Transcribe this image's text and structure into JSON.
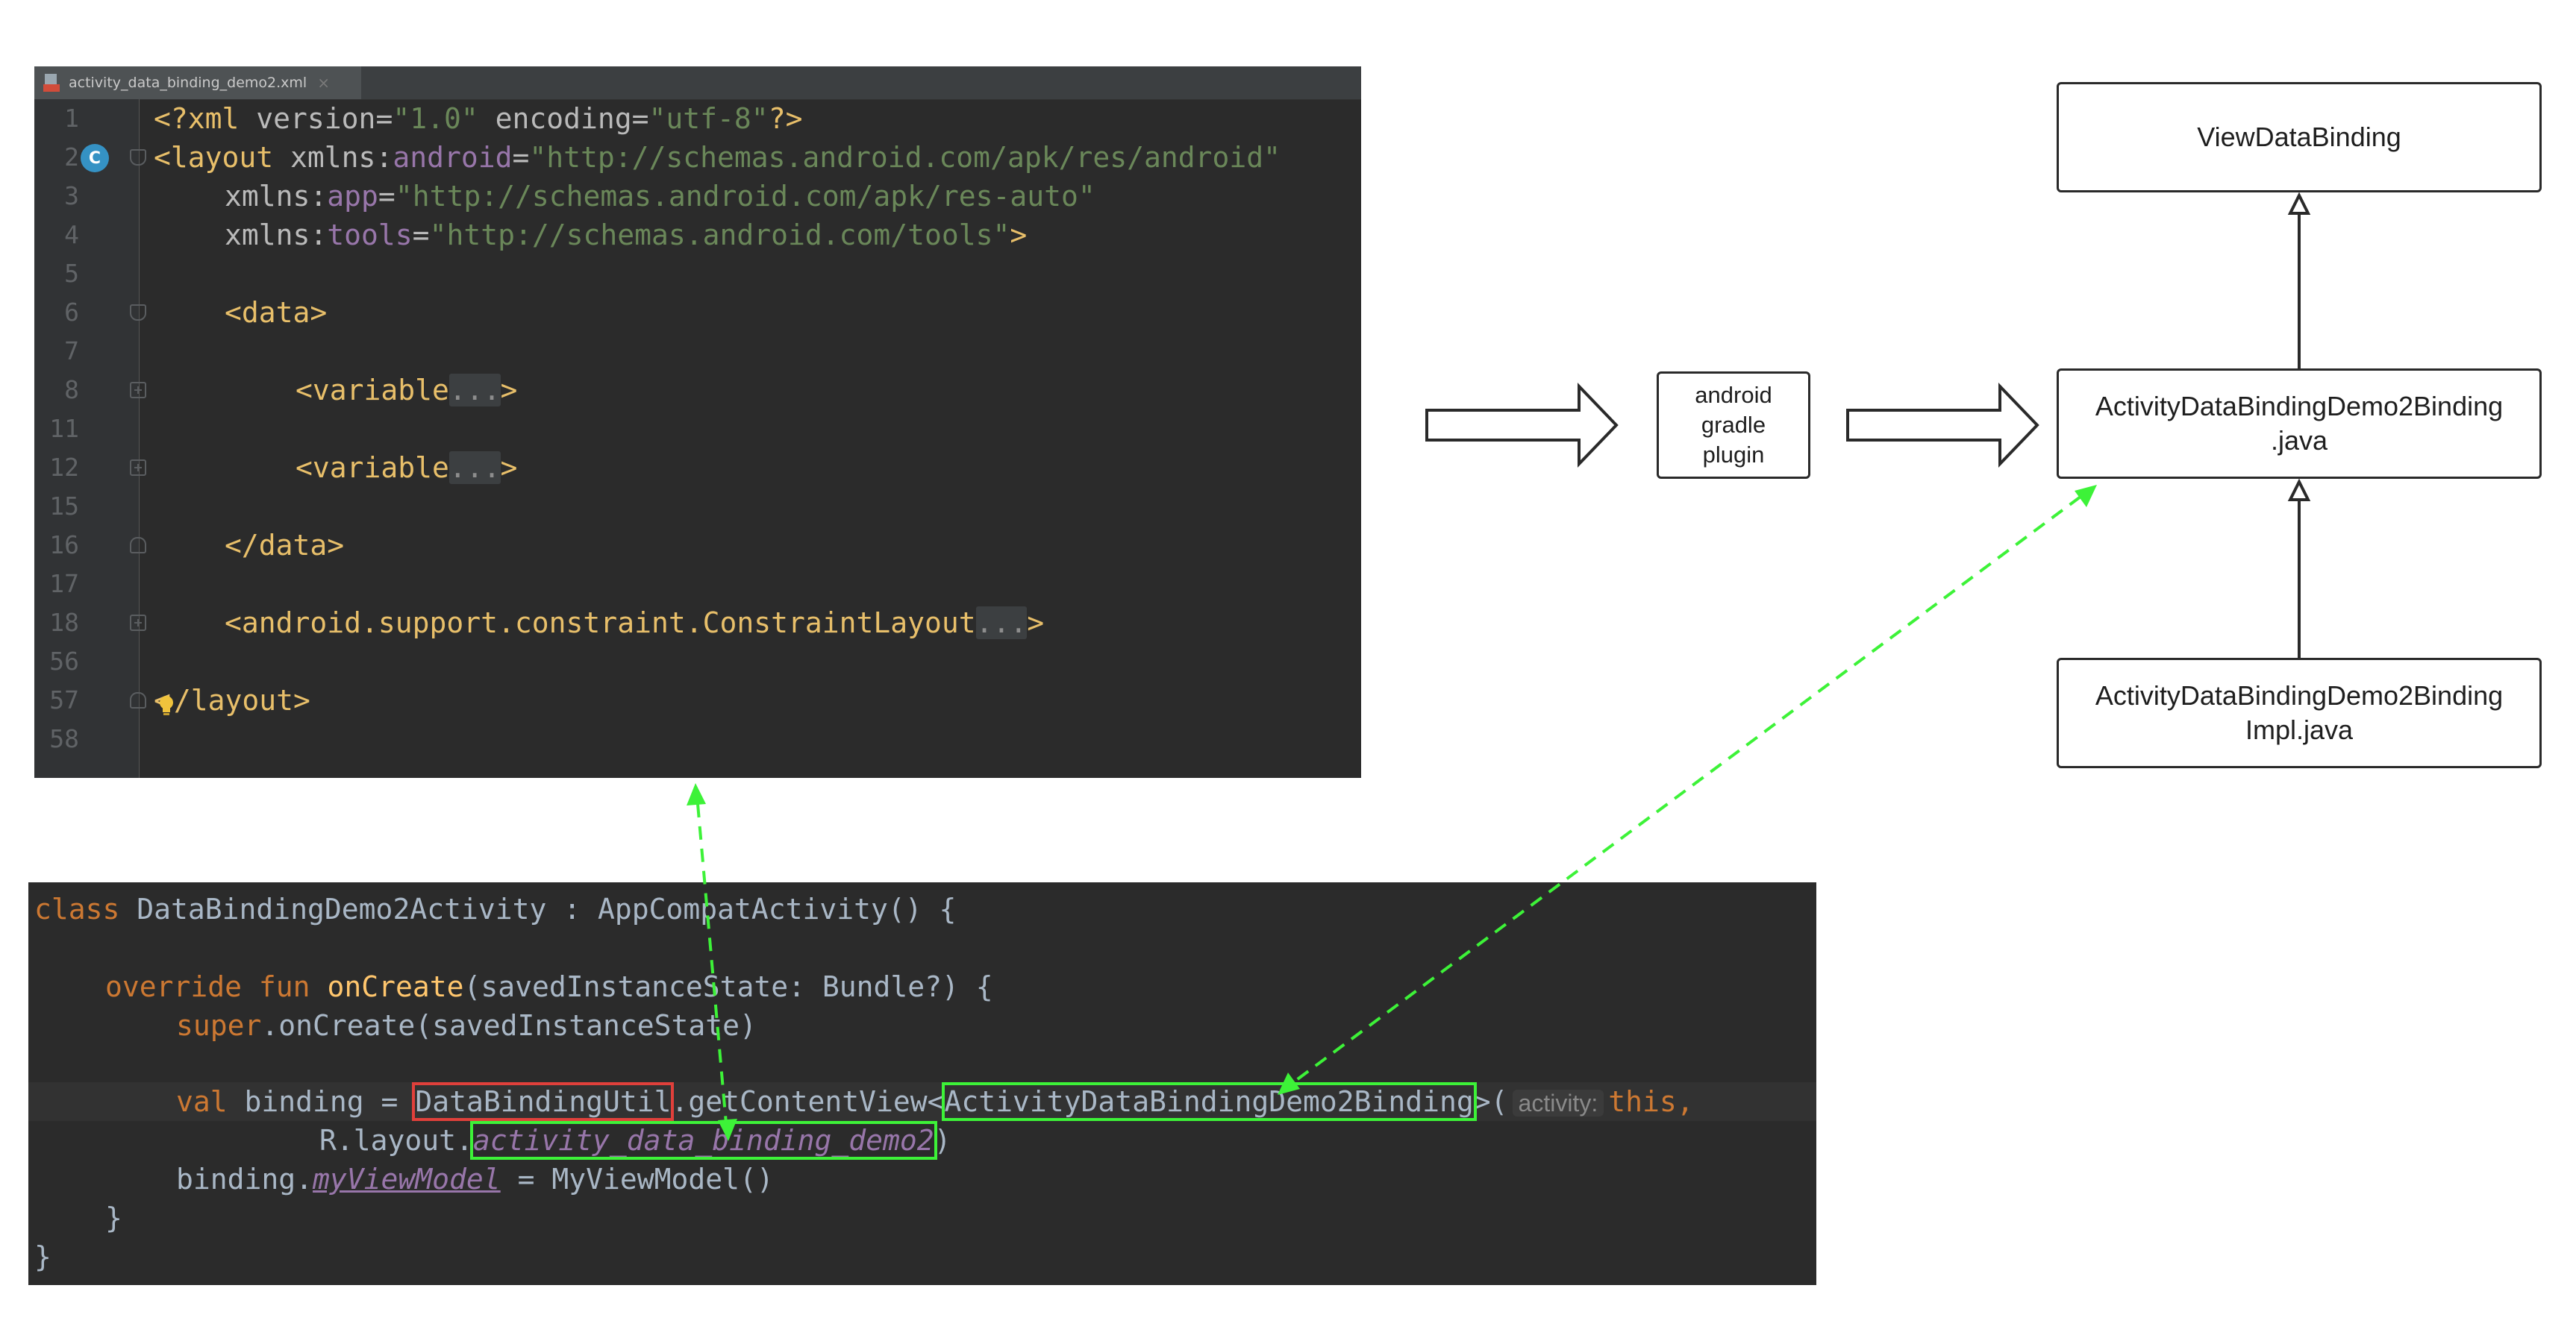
{
  "xml_editor": {
    "tab": {
      "filename": "activity_data_binding_demo2.xml",
      "close": "×"
    },
    "class_badge": "C",
    "line_numbers": [
      "1",
      "2",
      "3",
      "4",
      "5",
      "6",
      "7",
      "8",
      "11",
      "12",
      "15",
      "16",
      "17",
      "18",
      "56",
      "57",
      "58"
    ],
    "lines": {
      "l1": {
        "a": "<?xml ",
        "b": "version",
        "c": "=",
        "d": "\"1.0\"",
        "e": " ",
        "f": "encoding",
        "g": "=",
        "h": "\"utf-8\"",
        "i": "?>"
      },
      "l2": {
        "a": "<layout ",
        "b": "xmlns:",
        "c": "android",
        "d": "=",
        "e": "\"http://schemas.android.com/apk/res/android\""
      },
      "l3": {
        "b": "xmlns:",
        "c": "app",
        "d": "=",
        "e": "\"http://schemas.android.com/apk/res-auto\""
      },
      "l4": {
        "b": "xmlns:",
        "c": "tools",
        "d": "=",
        "e": "\"http://schemas.android.com/tools\"",
        "f": ">"
      },
      "l6": "<data>",
      "l8": {
        "a": "<variable",
        "b": "...",
        "c": ">"
      },
      "l12": {
        "a": "<variable",
        "b": "...",
        "c": ">"
      },
      "l16": "</data>",
      "l18": {
        "a": "<android.support.constraint.ConstraintLayout",
        "b": "...",
        "c": ">"
      },
      "l57": {
        "a": "<",
        "b": "/layout>"
      }
    }
  },
  "kotlin_editor": {
    "line1": {
      "kw": "class",
      "rest": " DataBindingDemo2Activity : AppCompatActivity() {"
    },
    "line3": {
      "kw": "override fun",
      "fn": "onCreate",
      "rest": "(savedInstanceState: Bundle?) {"
    },
    "line4": {
      "kw": "super",
      "rest": ".onCreate(savedInstanceState)"
    },
    "line6": {
      "kw": "val",
      "mid": " binding = ",
      "util": "DataBindingUtil",
      "call": ".getContentView<",
      "binding_class": "ActivityDataBindingDemo2Binding",
      "close": ">(",
      "hint": "activity:",
      "this": "this,"
    },
    "line7": {
      "pre": "R.layout.",
      "layout_name": "activity_data_binding_demo2",
      "post": ")"
    },
    "line8": {
      "pre": "binding.",
      "prop": "myViewModel",
      "post": " = MyViewModel()"
    },
    "line9": "}",
    "line10": "}"
  },
  "diagram": {
    "view_data_binding": "ViewDataBinding",
    "plugin": [
      "android",
      "gradle",
      "plugin"
    ],
    "binding_java": [
      "ActivityDataBindingDemo2Binding",
      ".java"
    ],
    "impl_java": [
      "ActivityDataBindingDemo2Binding",
      "Impl.java"
    ]
  },
  "colors": {
    "editor_bg": "#2b2b2b",
    "gutter_bg": "#313335",
    "tag": "#e8bf6a",
    "string": "#6a8759",
    "namespace": "#9876aa",
    "keyword": "#cc7832",
    "function": "#ffc66d",
    "highlight_red": "#e0403b",
    "highlight_green": "#3df238"
  }
}
